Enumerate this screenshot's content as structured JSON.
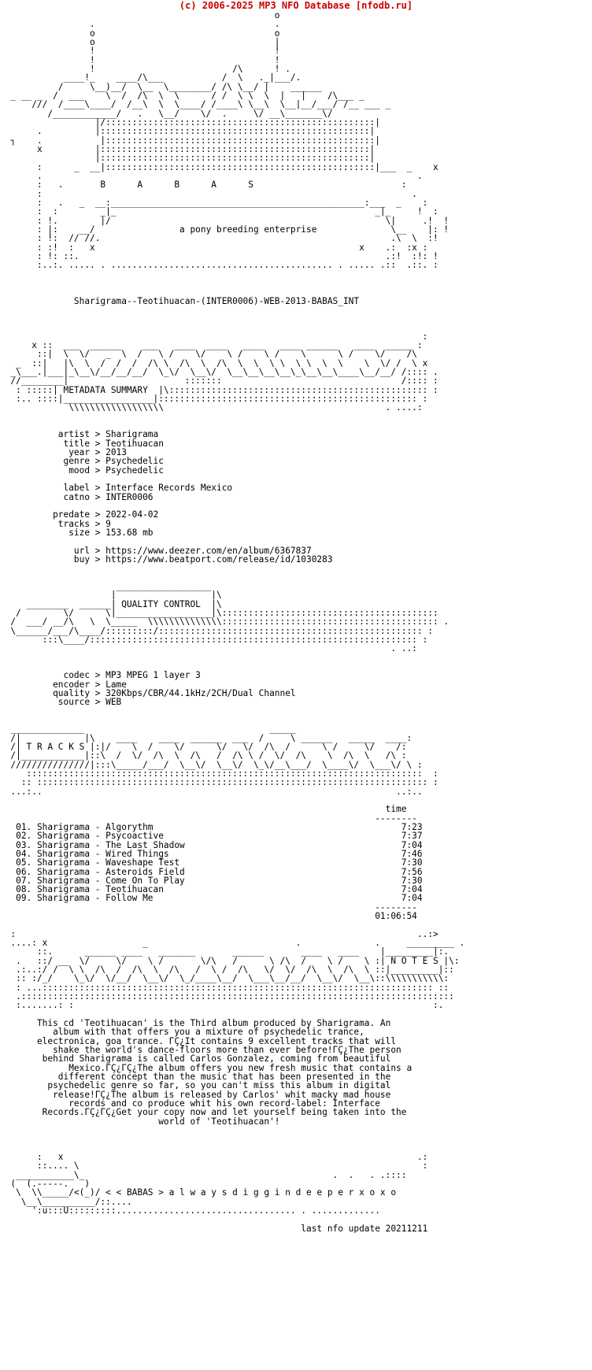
{
  "header": {
    "source_line": "(c) 2006-2025 MP3 NFO Database [nfodb.ru]"
  },
  "colors": {
    "header_text": "#cc0000",
    "body_text": "#000000",
    "background": "#ffffff"
  },
  "nfo": {
    "lines": [
      "                                                    o",
      "                 .                                  .",
      "                 o                                  o",
      "                 o                                  |",
      "                 !                                  !",
      "                 !                                  !",
      "                 !                          /\\      ! .",
      "            ____!_    ____/\\___           /  \\   ._|___/.",
      "           /     \\__)__/  \\__  \\________/ /\\ \\__/ |    ______",
      "  _ __ _  /  ___    \\  /  /\\  \\  \\      / /  \\ \\  \\  |   |    /\\___ _",
      "      ///  /____\\____/  /__\\  \\  \\____/ /____\\ \\__\\  \\__|__/___/ /__ ___ _",
      "         /____________/   .   \\__/    \\/  .     \\/ __\\_______\\/",
      "                  |/:::::::::::::::::::::::::::::::::::::::::::::::::::|",
      "       .          |:::::::::::::::::::::::::::::::::::::::::::::::::::|",
      "  ┐    .           |:::::::::::::::::::::::::::::::::::::::::::::::::::|",
      "       x          |:::::::::::::::::::::::::::::::::::::::::::::::::::|",
      "                  |:::::::::::::::::::::::::::::::::::::::::::::::::::|",
      "       :      _  __|:::::::::::::::::::::::::::::::::::::::::::::::::::|___  _    x",
      "       .                                                                       .",
      "       :   .       B      A      B      A      S                            :",
      "       :                                                                      .",
      "       :   .   _  __:________________________________________________:___  _    :",
      "       :  :        _|_                                                 _|_     !  :",
      "       : !.        |/                                                    \\|     .!  !",
      "       : |:    __/                a pony breeding enterprise              \\__    |: !",
      "       : !:  // //.                                                       .\\  \\  :!  ",
      "       : :!  :   x                                                  x    .:  :x :",
      "       : !: ::.                                                          .:!  :!: !",
      "       :..:. ..... . .......................................... . ..... .::  .::. :",
      "",
      "",
      "",
      "              Sharigrama--Teotihuacan-(INTER0006)-WEB-2013-BABAS_INT",
      "",
      "",
      "",
      "                                                                                :",
      "      x ::  ___  ______    ___   ____  ____   ____   ____ ______   ____  _____ :",
      "       ::|  \\  \\/   _  \\  /   \\ /    \\/    \\ /    \\ /    \\      \\ /    \\/    /\\",
      "   _  ::|   |\\  \\  /  /  /  /\\ \\  /\\  \\  /\\  \\  \\  \\ \\  \\ \\  \\  \\    \\  \\/ /  \\ x",
      "  _\\___.|___|_\\__\\/__/__/__/  \\_\\/  \\__\\/  \\__\\__\\__\\__\\_\\__\\__\\____\\__/__/ /:::: .",
      "  //________|                      :::::::                                  /:::: :",
      "   : :::::| METADATA SUMMARY  |\\::::::::::::::::::::::::::::::::::::::::::::::::: :",
      "   :.. ::::|_________________|::::::::::::::::::::::::::::::::::::::::::::::::: :",
      "             \\\\\\\\\\\\\\\\\\\\\\\\\\\\\\\\\\\\                                          . ....:",
      "",
      "",
      "           artist > Sharigrama",
      "            title > Teotihuacan",
      "             year > 2013",
      "            genre > Psychedelic",
      "             mood > Psychedelic",
      "",
      "            label > Interface Records Mexico",
      "            catno > INTER0006",
      "",
      "          predate > 2022-04-02",
      "           tracks > 9",
      "             size > 153.68 mb",
      "",
      "              url > https://www.deezer.com/en/album/6367837",
      "              buy > https://www.beatport.com/release/id/1030283",
      "",
      "",
      "                      __________________",
      "                     |                  |\\",
      "     ________  ______| QUALITY CONTROL  |\\",
      "   /        \\/      \\|__________________|\\:::::::::::::::::::::::::::::::::::::::::",
      "  /  ___/ __/\\   \\  \\_____  \\\\\\\\\\\\\\\\\\\\\\\\\\\\::::::::::::::::::::::::::::::::::::::::: .",
      "  \\______/___/\\____/:::::::::/:::::::::::::::::::::::::::::::::::::::::::::::::: :",
      "        :::\\____/:::::::::::::::::::::::::::::::::::::::::::::::::::::::::::::: :",
      "                                                                          . ..:",
      "",
      "",
      "            codec > MP3 MPEG 1 layer 3",
      "          encoder > Lame",
      "          quality > 320Kbps/CBR/44.1kHz/2CH/Dual Channel",
      "           source > WEB",
      "",
      "",
      "  ______________                                   _____",
      "  /|            |\\    ____    ____  ______  ___  /     \\ ______   _____  ____:",
      "  /| T R A C K S |:|/    \\  /    \\/      \\/   \\/  /\\  /      \\ /     \\/    /:",
      "  /|____________|::\\  /  \\/  /\\  \\  /\\   /  /\\ \\ /  \\/  /\\    \\  /\\  \\   /\\ :",
      "  ///////////////|:::\\_____/___/  \\__\\/  \\__\\/  \\_\\/__\\___/  \\____\\/  \\___\\/ \\ :",
      "     :::::::::::::::::::::::::::::::::::::::::::::::::::::::::::::::::::::::::::  :",
      "    :: :::::::::::::::::::::::::::::::::::::::::::::::::::::::::::::::::::::::::: :",
      "  ...:..                                                                   ..:..",
      "",
      "                                                                         time",
      "                                                                       --------",
      "   01. Sharigrama - Algorythm                                               7:23",
      "   02. Sharigrama - Psycoactive                                             7:37",
      "   03. Sharigrama - The Last Shadow                                         7:04",
      "   04. Sharigrama - Wired Things                                            7:46",
      "   05. Sharigrama - Waveshape Test                                          7:30",
      "   06. Sharigrama - Asteroids Field                                         7:56",
      "   07. Sharigrama - Come On To Play                                         7:30",
      "   08. Sharigrama - Teotihuacan                                             7:04",
      "   09. Sharigrama - Follow Me                                               7:04",
      "                                                                       --------",
      "                                                                       01:06:54",
      "",
      "  :                                                                            ..:>",
      "  ....: x                  _                            .              .     _________ .",
      "       ::.      ______ ____   _______       ______       ____   ____    |_________|:.",
      "   .   ::/ __  \\/     \\/    \\ /       \\/\\   /      \\ /\\  /    \\ /    \\ :| N O T E S |\\:",
      "   .:..:/ /  \\ \\  /\\  /  /\\  \\  /\\   /  \\ /  /\\   \\/  \\/  /\\  \\  /\\  \\ ::|_________|::",
      "   :: :/_/    \\_\\/  \\/__/  \\__\\/  \\_/____\\__/  \\___\\__/__/  \\__\\/  \\__\\::\\\\\\\\\\\\\\\\\\\\\\:",
      "   : ...:::::::::::::::::::::::::::::::::::::::::::::::::::::::::::::::::::::::::: ::",
      "   .::::::::::::::::::::::::::::::::::::::::::::::::::::::::::::::::::::::::::::::::::",
      "   :.......: :                                                                    :.",
      "",
      "       This cd 'Teotihuacan' is the Third album produced by Sharigrama. An",
      "          album with that offers you a mixture of psychedelic trance,",
      "       electronica, goa trance. ΓÇ¿It contains 9 excellent tracks that will",
      "          shake the world's dance-floors more than ever before!ΓÇ¿The person",
      "        behind Sharigrama is called Carlos Gonzalez, coming from beautiful",
      "             Mexico.ΓÇ¿ΓÇ¿The album offers you new fresh music that contains a",
      "           different concept than the music that has been presented in the",
      "         psychedelic genre so far, so you can't miss this album in digital",
      "          release!ΓÇ¿The album is released by Carlos' whit macky mad house",
      "             records and co produce whit his own record-label: Interface",
      "        Records.ΓÇ¿ΓÇ¿Get your copy now and let yourself being taken into the",
      "                              world of 'Teotihuacan'!",
      "",
      "",
      "",
      "       :   x                                                                   .:",
      "       ::.... \\                                                                 :",
      "   ___________\\_                                               .  .   . .::::",
      "  (  (.-----.   )",
      "   \\  \\\\_____/<(_)/ < < BABAS > a l w a y s d i g g i n d e e p e r x o x o",
      "    \\__\\__________/::....",
      "      ':u:::U:::::::::.................................. . .............",
      "",
      "                                                         last nfo update 20211211"
    ]
  }
}
